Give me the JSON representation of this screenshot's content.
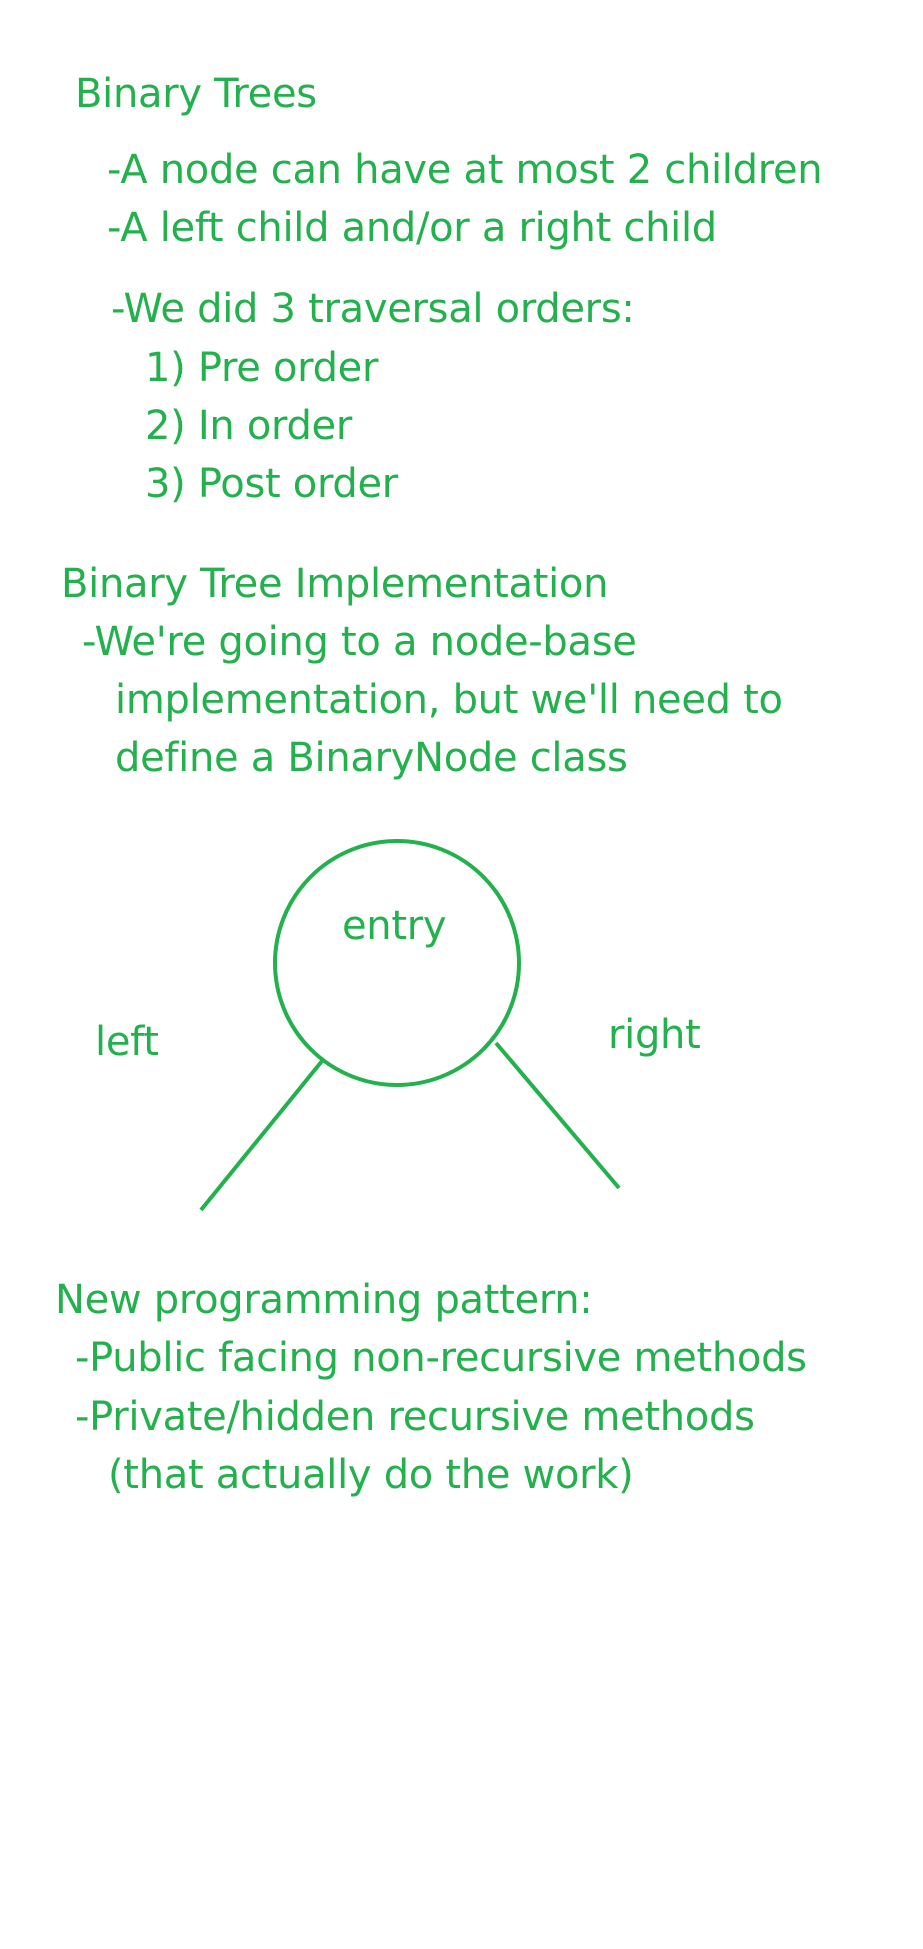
{
  "sections": {
    "binary_trees": {
      "title": "Binary Trees",
      "points": [
        "-A node can have at most 2 children",
        "-A left child and/or a right child"
      ],
      "traversal_intro": "-We did 3 traversal orders:",
      "traversals": [
        "1) Pre order",
        "2) In order",
        "3) Post order"
      ]
    },
    "implementation": {
      "title": "Binary Tree Implementation",
      "lines": [
        "-We're going to a node-base",
        "implementation, but we'll need to",
        "define a BinaryNode class"
      ]
    },
    "node_diagram": {
      "node_label": "entry",
      "left_label": "left",
      "right_label": "right",
      "stroke_color": "#22b14c"
    },
    "pattern": {
      "title": "New programming pattern:",
      "lines": [
        "-Public facing non-recursive methods",
        "-Private/hidden recursive methods",
        "(that actually do the work)"
      ]
    }
  },
  "colors": {
    "ink": "#22b14c",
    "background": "#ffffff"
  }
}
